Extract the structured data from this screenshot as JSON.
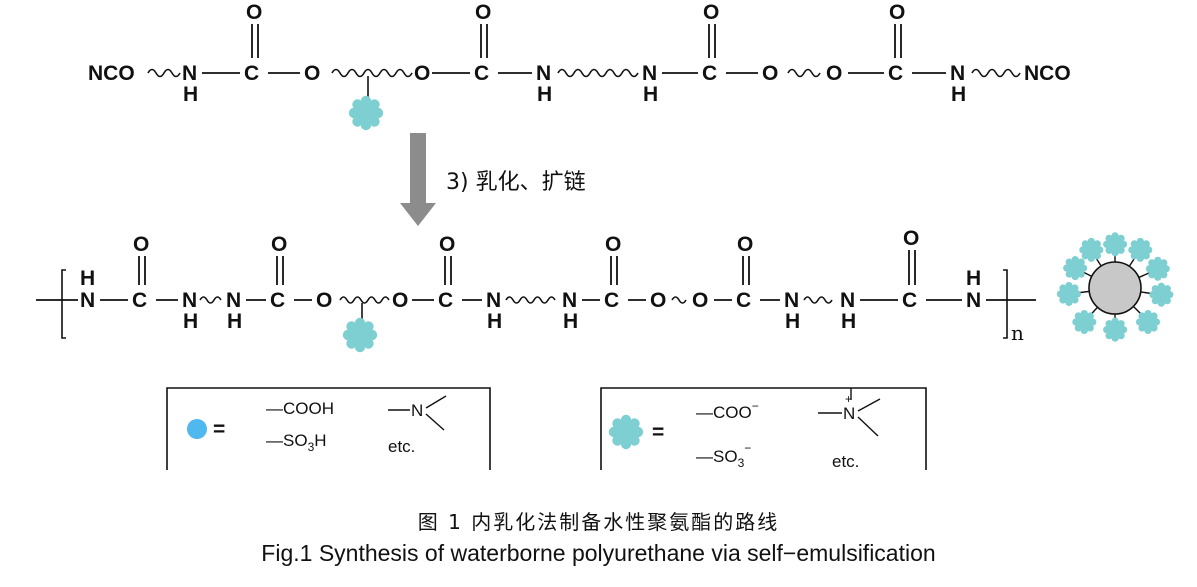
{
  "atoms": {
    "nco": "NCO",
    "n": "N",
    "h": "H",
    "c": "C",
    "o": "O",
    "n_charged": "N",
    "plus": "+"
  },
  "step_label": "3) 乳化、扩链",
  "repeat_subscript": "n",
  "legend_acid": {
    "cooh": "—COOH",
    "so3h_main": "—SO",
    "so3h_sub": "3",
    "so3h_tail": "H",
    "etc": "etc."
  },
  "legend_ionic": {
    "coo": "—COO",
    "coo_charge": "−",
    "so3_main": "—SO",
    "so3_sub": "3",
    "so3_charge": "−",
    "etc": "etc."
  },
  "equals": "=",
  "colors": {
    "ionic_group": "#7dcfd2",
    "acid_group": "#4fb8ef",
    "particle_core": "#c8c8c8",
    "arrow": "#8c8c8c"
  },
  "caption": {
    "cn": "图 1 内乳化法制备水性聚氨酯的路线",
    "en": "Fig.1 Synthesis of waterborne polyurethane via self−emulsification"
  }
}
